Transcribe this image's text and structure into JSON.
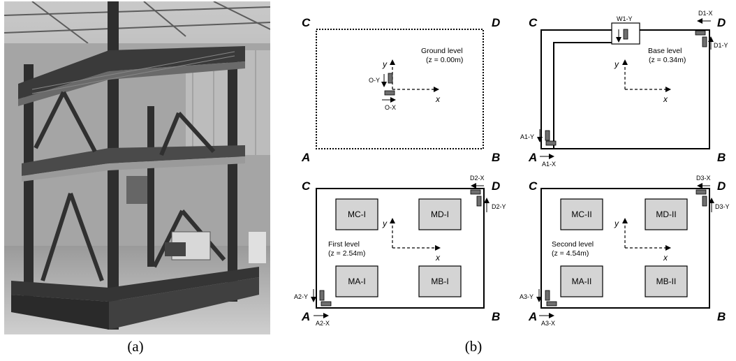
{
  "figure": {
    "label_a": "(a)",
    "label_b": "(b)"
  },
  "photo": {
    "description_icon": "steel-frame-photo"
  },
  "corners": {
    "a": "A",
    "b": "B",
    "c": "C",
    "d": "D"
  },
  "axes": {
    "x": "x",
    "y": "y"
  },
  "panels": {
    "ground": {
      "title": "Ground level",
      "elev": "(z = 0.00m)",
      "sensors": {
        "oy": "O-Y",
        "ox": "O-X"
      }
    },
    "base": {
      "title": "Base level",
      "elev": "(z = 0.34m)",
      "sensors": {
        "w1y": "W1-Y",
        "d1x": "D1-X",
        "d1y": "D1-Y",
        "a1y": "A1-Y",
        "a1x": "A1-X"
      }
    },
    "first": {
      "title": "First level",
      "elev": "(z = 2.54m)",
      "masses": {
        "mc": "MC-I",
        "md": "MD-I",
        "ma": "MA-I",
        "mb": "MB-I"
      },
      "sensors": {
        "d2x": "D2-X",
        "d2y": "D2-Y",
        "a2y": "A2-Y",
        "a2x": "A2-X"
      }
    },
    "second": {
      "title": "Second level",
      "elev": "(z = 4.54m)",
      "masses": {
        "mc": "MC-II",
        "md": "MD-II",
        "ma": "MA-II",
        "mb": "MB-II"
      },
      "sensors": {
        "d3x": "D3-X",
        "d3y": "D3-Y",
        "a3y": "A3-Y",
        "a3x": "A3-X"
      }
    }
  },
  "colors": {
    "mass_fill": "#d4d4d4",
    "sensor_fill": "#6e6e6e"
  }
}
